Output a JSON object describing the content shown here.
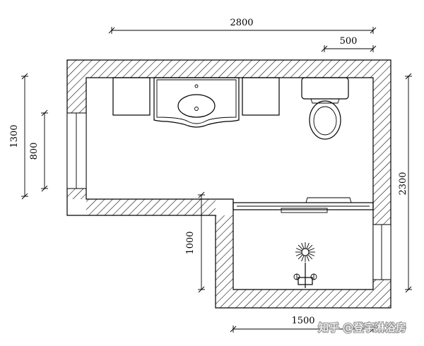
{
  "dimensions": {
    "top_total": "2800",
    "top_toilet": "500",
    "left_outer": "1300",
    "left_inner": "800",
    "right_total": "2300",
    "shower_depth": "1000",
    "shower_width": "1500"
  },
  "watermark": "知乎 @登宇淋浴房",
  "colors": {
    "line": "#000000",
    "background": "#ffffff"
  }
}
